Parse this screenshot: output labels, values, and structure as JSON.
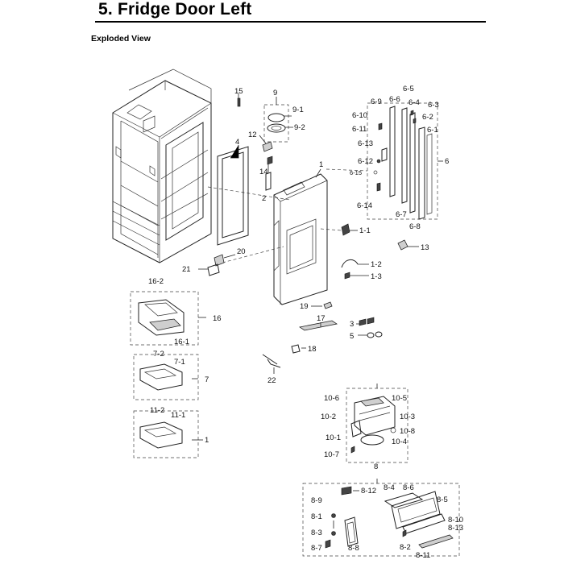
{
  "page": {
    "title": "5.  Fridge Door Left",
    "subtitle": "Exploded View"
  },
  "callouts": {
    "c15": "15",
    "c9": "9",
    "c9_1": "9-1",
    "c9_2": "9-2",
    "c12": "12",
    "c14": "14",
    "c2": "2",
    "c4": "4",
    "c1": "1",
    "c1_1": "1-1",
    "c1_2": "1-2",
    "c1_3": "1-3",
    "c20": "20",
    "c21": "21",
    "c19": "19",
    "c13": "13",
    "c6": "6",
    "c6_1": "6-1",
    "c6_2": "6-2",
    "c6_3": "6-3",
    "c6_4": "6-4",
    "c6_5": "6-5",
    "c6_6": "6-6",
    "c6_7": "6-7",
    "c6_8": "6-8",
    "c6_9": "6-9",
    "c6_10": "6-10",
    "c6_11": "6-11",
    "c6_12": "6-12",
    "c6_13": "6-13",
    "c6_14": "6-14",
    "c6_15": "6-15",
    "c16": "16",
    "c16_1": "16-1",
    "c16_2": "16-2",
    "c7": "7",
    "c7_1": "7-1",
    "c7_2": "7-2",
    "c11": "1",
    "c11_1": "11-1",
    "c11_2": "11-2",
    "c17": "17",
    "c18": "18",
    "c22": "22",
    "c3": "3",
    "c5": "5",
    "c10_2": "10-2",
    "c10_1": "10-1",
    "c10_3": "10-3",
    "c10_4": "10-4",
    "c10_5": "10-5",
    "c10_6": "10-6",
    "c10_7": "10-7",
    "c10_8": "10-8",
    "c8": "8",
    "c8_1": "8-1",
    "c8_2": "8-2",
    "c8_3": "8-3",
    "c8_4": "8-4",
    "c8_5": "8-5",
    "c8_6": "8-6",
    "c8_7": "8-7",
    "c8_8": "8-8",
    "c8_9": "8-9",
    "c8_10": "8-10",
    "c8_11": "8-11",
    "c8_12": "8-12",
    "c8_13": "8-13"
  }
}
